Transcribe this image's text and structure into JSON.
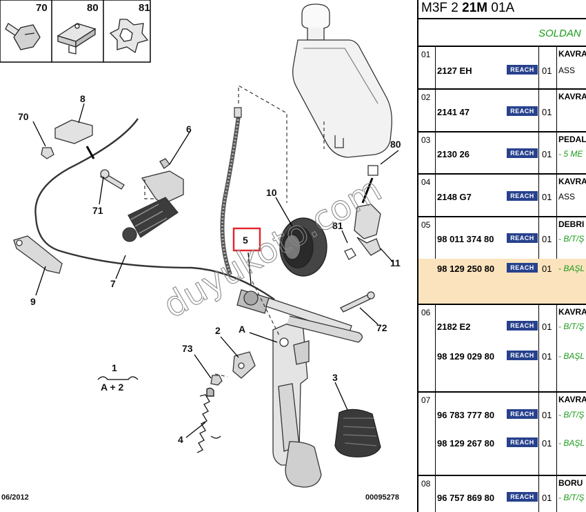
{
  "diagram": {
    "thumb_refs": [
      "70",
      "80",
      "81"
    ],
    "callouts": {
      "c70": "70",
      "c8": "8",
      "c6": "6",
      "c71": "71",
      "c7": "7",
      "c9": "9",
      "c10": "10",
      "c80": "80",
      "c81": "81",
      "c11": "11",
      "c72": "72",
      "c2": "2",
      "cA": "A",
      "c73": "73",
      "c3": "3",
      "c4": "4"
    },
    "highlighted_ref": "5",
    "group_ref": "1",
    "group_formula": "A + 2",
    "footer_left": "06/2012",
    "footer_right": "00095278",
    "watermark": "duyukoto.com",
    "highlight_color": "#e2232a"
  },
  "parts": {
    "code_prefix": "M3F 2 ",
    "code_bold": "21M",
    "code_suffix": " 01A",
    "side_title": "SOLDAN",
    "reach_label": "REACH",
    "colors": {
      "reach_bg": "#27418d",
      "remark_green": "#1a9a1a",
      "selected_row": "#fbe3bd"
    },
    "groups": [
      {
        "num": "01",
        "title": "KAVRA",
        "rows": [
          {
            "part": "2127 EH",
            "qty": "01",
            "desc": "ASS"
          }
        ]
      },
      {
        "num": "02",
        "title": "KAVRA",
        "rows": [
          {
            "part": "2141 47",
            "qty": "01",
            "desc": ""
          }
        ]
      },
      {
        "num": "03",
        "title": "PEDAL",
        "rows": [
          {
            "part": "2130 26",
            "qty": "01",
            "desc": "- 5 ME"
          }
        ]
      },
      {
        "num": "04",
        "title": "KAVRA",
        "rows": [
          {
            "part": "2148 G7",
            "qty": "01",
            "desc": "ASS"
          }
        ]
      },
      {
        "num": "05",
        "title": "DEBRI",
        "rows": [
          {
            "part": "98 011 374 80",
            "qty": "01",
            "desc": "- B/T/Ş"
          },
          {
            "part": "98 129 250 80",
            "qty": "01",
            "desc": "- BAŞL"
          }
        ]
      },
      {
        "num": "06",
        "title": "KAVRA",
        "rows": [
          {
            "part": "2182 E2",
            "qty": "01",
            "desc": "- B/T/Ş"
          },
          {
            "part": "98 129 029 80",
            "qty": "01",
            "desc": "- BAŞL"
          }
        ]
      },
      {
        "num": "07",
        "title": "KAVRA",
        "rows": [
          {
            "part": "96 783 777 80",
            "qty": "01",
            "desc": "- B/T/Ş"
          },
          {
            "part": "98 129 267 80",
            "qty": "01",
            "desc": "- BAŞL"
          }
        ]
      },
      {
        "num": "08",
        "title": "BORU",
        "rows": [
          {
            "part": "96 757 869 80",
            "qty": "01",
            "desc": "- B/T/Ş"
          }
        ]
      }
    ]
  }
}
